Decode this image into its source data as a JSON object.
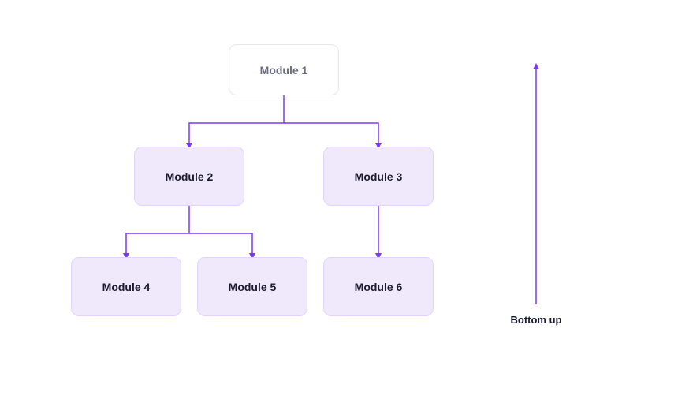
{
  "diagram": {
    "nodes": {
      "module_1": "Module 1",
      "module_2": "Module 2",
      "module_3": "Module 3",
      "module_4": "Module 4",
      "module_5": "Module 5",
      "module_6": "Module 6"
    },
    "edges": [
      {
        "from": "Module 1",
        "to": "Module 2"
      },
      {
        "from": "Module 1",
        "to": "Module 3"
      },
      {
        "from": "Module 2",
        "to": "Module 4"
      },
      {
        "from": "Module 2",
        "to": "Module 5"
      },
      {
        "from": "Module 3",
        "to": "Module 6"
      }
    ],
    "direction_label": "Bottom up",
    "direction_arrow": "up-arrow"
  },
  "colors": {
    "connector": "#7c3aed",
    "node_fill": "#f0e9fc",
    "node_border": "#e2d4fb",
    "root_border": "#e5e7eb",
    "root_text": "#6b6b80",
    "text": "#1b1a2e"
  }
}
